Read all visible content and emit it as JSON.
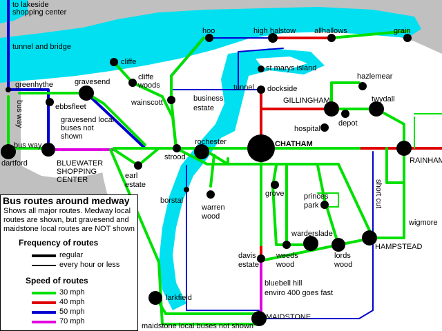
{
  "title": "Bus routes around medway",
  "description": "Shows all major routes. Medway local routes are shown, but gravesend and maidstone local routes are NOT shown",
  "legend": {
    "frequency_heading": "Frequency of routes",
    "frequency_items": [
      {
        "label": "regular",
        "style": "thick"
      },
      {
        "label": "every hour or less",
        "style": "thin"
      }
    ],
    "speed_heading": "Speed of routes",
    "speed_items": [
      {
        "label": "30 mph",
        "color": "#00e000"
      },
      {
        "label": "40 mph",
        "color": "#e00000"
      },
      {
        "label": "50 mph",
        "color": "#0000d0"
      },
      {
        "label": "70 mph",
        "color": "#e000e0"
      }
    ]
  },
  "colors": {
    "water": "#00e0f0",
    "land": "#ffffff",
    "outside": "#c0c0c0",
    "route_30": "#00e000",
    "route_40": "#e00000",
    "route_50": "#0000d0",
    "route_70": "#e000e0",
    "stop": "#000000"
  },
  "places": {
    "lakeside": "to lakeside shopping center",
    "tunnel": "tunnel and bridge",
    "greenhythe": "greenhythe",
    "gravesend": "gravesend",
    "ebbsfleet": "ebbsfleet",
    "gravesend_local": "gravesend local buses not shown",
    "bus_way_v": "bus way",
    "bus_way_h": "bus way",
    "dartford": "dartford",
    "bluewater": "BLUEWATER SHOPPING CENTER",
    "cliffe": "cliffe",
    "cliffe_woods": "cliffe woods",
    "wainscott": "wainscott",
    "hoo": "hoo",
    "high_halstow": "high halstow",
    "allhallows": "allhallows",
    "grain": "grain",
    "st_marys": "st marys island",
    "tunnel_small": "tunnel",
    "dockside": "dockside",
    "business_estate": "business estate",
    "gillingham": "GILLINGHAM",
    "hazlemear": "hazlemear",
    "twydall": "twydall",
    "depot": "depot",
    "hospital": "hospital",
    "chatham": "CHATHAM",
    "rainham": "RAINHAM",
    "rochester": "rochester",
    "strood": "strood",
    "earl_estate": "earl estate",
    "borstal": "borstal",
    "warren_wood": "warren wood",
    "grove": "grove",
    "princes_park": "princes park",
    "short_cut": "short cut",
    "wigmore": "wigmore",
    "hampstead": "HAMPSTEAD",
    "warderslade": "warderslade",
    "weeds_wood": "weeds wood",
    "lords_wood": "lords wood",
    "davis_estate": "davis estate",
    "bluebell": "bluebell hill enviro 400 goes fast",
    "larkfield": "larkfield",
    "maidstone": "MAIDSTONE",
    "maidstone_local": "maidstone local buses not shown"
  }
}
